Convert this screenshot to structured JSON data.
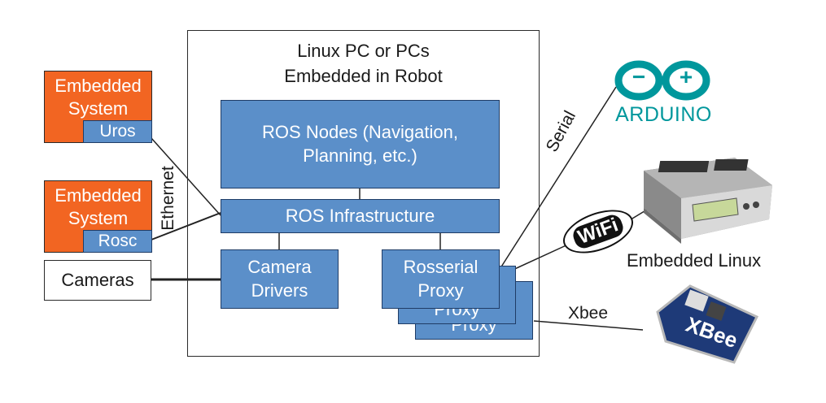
{
  "linux_pc": {
    "line1": "Linux PC or PCs",
    "line2": "Embedded in Robot"
  },
  "ros_nodes": {
    "line1": "ROS Nodes (Navigation,",
    "line2": "Planning, etc.)"
  },
  "ros_infrastructure": "ROS Infrastructure",
  "camera_drivers": {
    "line1": "Camera",
    "line2": "Drivers"
  },
  "rosserial_proxy": {
    "line1": "Rosserial",
    "line2": "Proxy",
    "stack_label_2": "Proxy",
    "stack_label_3": "Proxy"
  },
  "embedded_system_1": {
    "line1": "Embedded",
    "line2": "System",
    "sub": "Uros"
  },
  "embedded_system_2": {
    "line1": "Embedded",
    "line2": "System",
    "sub": "Rosc"
  },
  "cameras": "Cameras",
  "links": {
    "ethernet": "Ethernet",
    "serial": "Serial",
    "xbee": "Xbee"
  },
  "devices": {
    "arduino_text": "ARDUINO",
    "arduino_logo": {
      "minus": "−",
      "plus": "+"
    },
    "wifi_text": "WiFi",
    "embedded_linux": "Embedded Linux",
    "xbee_module_text": "XBee"
  },
  "colors": {
    "box_blue": "#5b8fc9",
    "embedded_orange": "#f26522",
    "arduino_teal": "#00979c",
    "outline": "#2a2a2a"
  }
}
